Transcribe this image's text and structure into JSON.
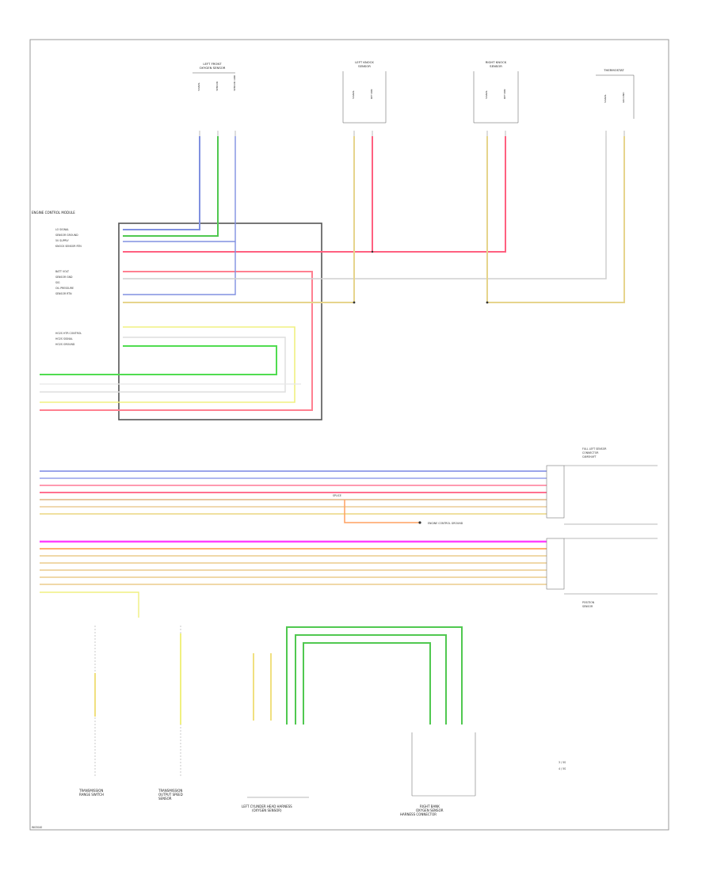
{
  "diagram_code": "W03040",
  "legend": [
    "3 / 5S",
    "4 / 5S"
  ],
  "module_label": "ENGINE CONTROL MODULE",
  "top_connectors": [
    {
      "id": "left_sensor",
      "title": [
        "LEFT FRONT",
        "OXYGEN SENSOR"
      ]
    },
    {
      "id": "left_knock",
      "title": [
        "LEFT KNOCK",
        "SENSOR"
      ]
    },
    {
      "id": "right_knock",
      "title": [
        "RIGHT KNOCK",
        "SENSOR"
      ]
    },
    {
      "id": "thermostat",
      "title": [
        "THERMOSTAT"
      ]
    }
  ],
  "module_pins_left": [
    "LO SIGNAL",
    "SENSOR GROUND",
    "5V SUPPLY",
    "KNOCK SENSOR RTN",
    "BATT VOLT",
    "SENSOR GND",
    "SIG",
    "OIL PRESSURE",
    "SENSOR RTN",
    "HO2S HTR CONTROL",
    "HO2S SIGNAL",
    "HO2S GROUND"
  ],
  "lower_connector_label": [
    "FULL LEFT SENSOR",
    "CONNECTOR",
    "CAMSHAFT",
    "POSITION",
    "SENSOR"
  ],
  "splice_label": "SPLICE",
  "ground_label": "ENGINE CONTROL GROUND",
  "bottom_components": [
    {
      "id": "trans_range",
      "caption": [
        "TRANSMISSION",
        "RANGE SWITCH"
      ]
    },
    {
      "id": "trans_speed",
      "caption": [
        "TRANSMISSION",
        "OUTPUT SPEED",
        "SENSOR"
      ]
    },
    {
      "id": "left_harness",
      "caption": [
        "LEFT CYLINDER HEAD HARNESS",
        "(OXYGEN SENSOR)"
      ]
    },
    {
      "id": "right_harness",
      "caption": [
        "RIGHT BANK",
        "OXYGEN SENSOR",
        "HARNESS CONNECTOR"
      ]
    }
  ]
}
